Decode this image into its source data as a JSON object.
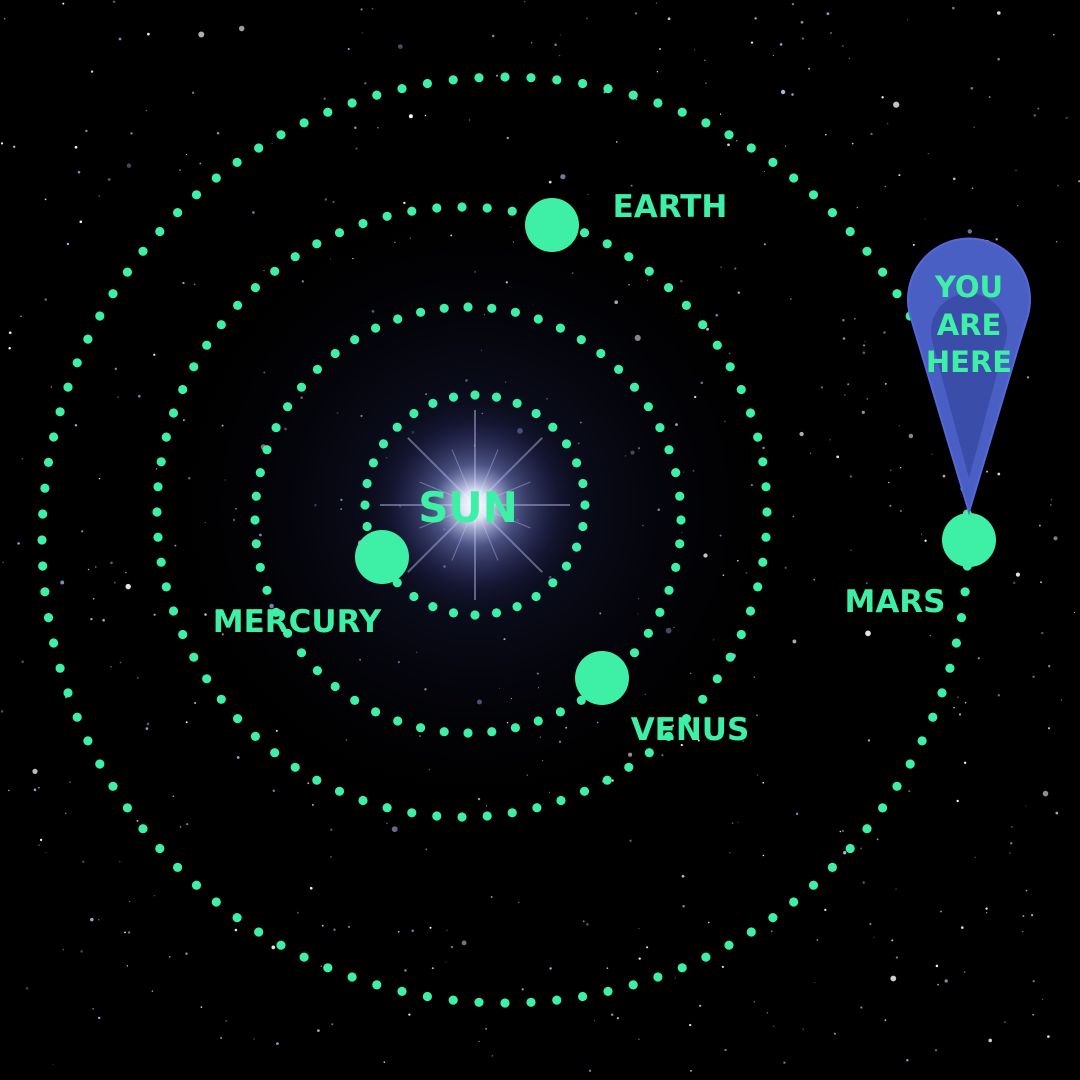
{
  "diagram": {
    "center_label": "SUN",
    "planets": [
      {
        "key": "mercury",
        "label": "MERCURY"
      },
      {
        "key": "venus",
        "label": "VENUS"
      },
      {
        "key": "earth",
        "label": "EARTH"
      },
      {
        "key": "mars",
        "label": "MARS"
      }
    ],
    "marker": {
      "lines": [
        "YOU",
        "ARE",
        "HERE"
      ],
      "target": "mars"
    }
  },
  "colors": {
    "accent": "#3ef0a6",
    "marker_fill": "#4a5fc4",
    "background": "#000000",
    "sun_glow": "#c8d2ff"
  }
}
